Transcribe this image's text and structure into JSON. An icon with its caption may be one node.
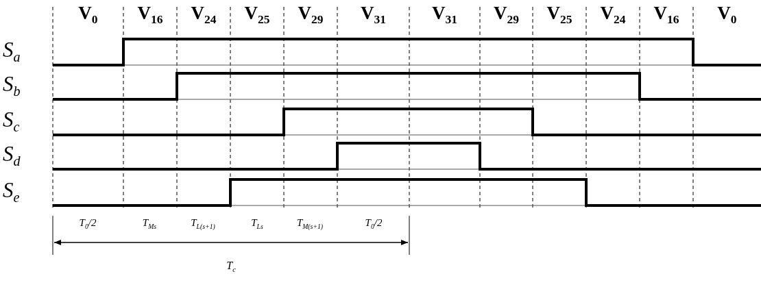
{
  "diagram": {
    "labels": [
      "V$_{0}$",
      "V$_{16}$",
      "V$_{24}$",
      "V$_{25}$",
      "V$_{29}$",
      "V$_{31}$",
      "V$_{31}$",
      "V$_{29}$",
      "V$_{25}$",
      "V$_{24}$",
      "V$_{16}$",
      "V$_{0}$",
      "S$_{a}$",
      "S$_{b}$",
      "S$_{c}$",
      "S$_{d}$",
      "S$_{e}$",
      "T$_{0}$/2",
      "T$_{Ms}$",
      "T$_{L(s+1)}$",
      "T$_{Ls}$",
      "T$_{M(s+1)}$",
      "T$_{0}$/2",
      "T$_{c}$"
    ]
  }
}
